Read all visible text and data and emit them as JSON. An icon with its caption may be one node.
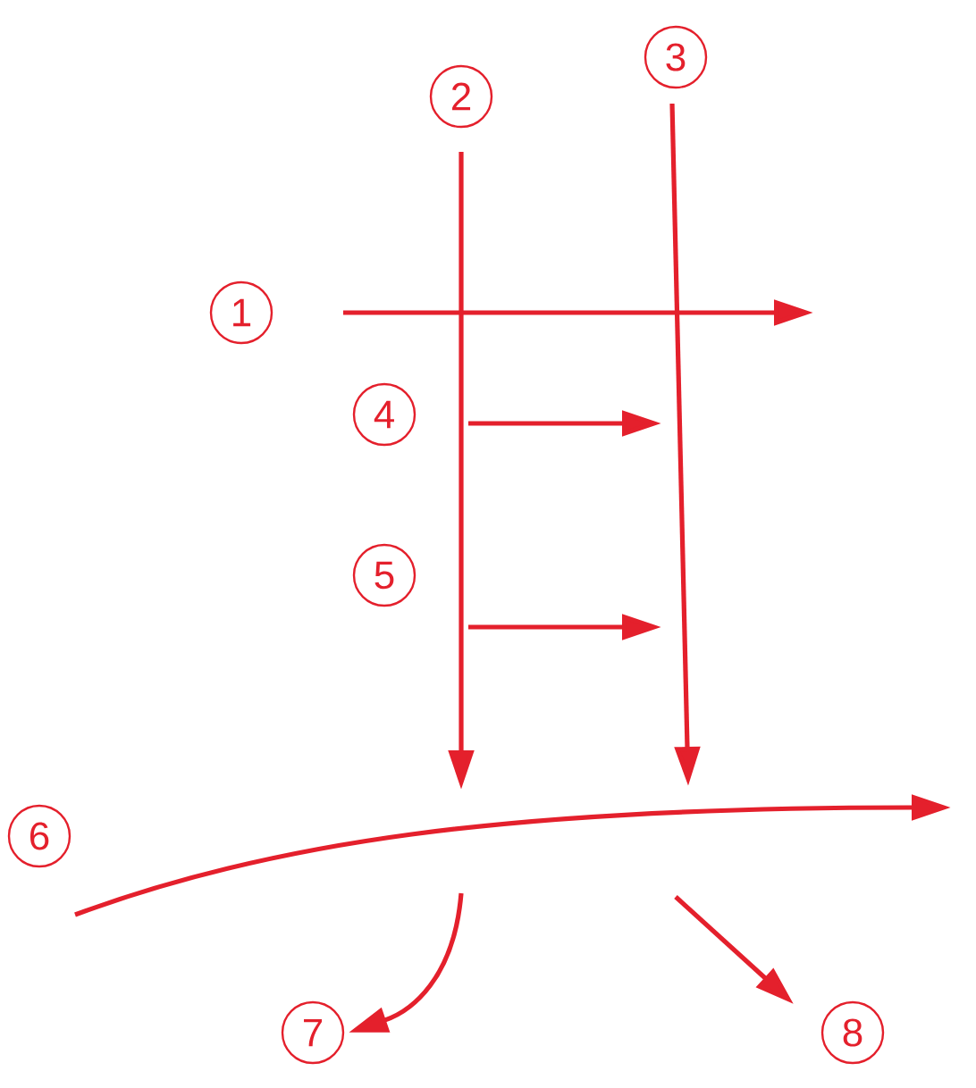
{
  "diagram": {
    "labels": [
      "3",
      "2",
      "1",
      "4",
      "5",
      "6",
      "7",
      "8"
    ]
  }
}
